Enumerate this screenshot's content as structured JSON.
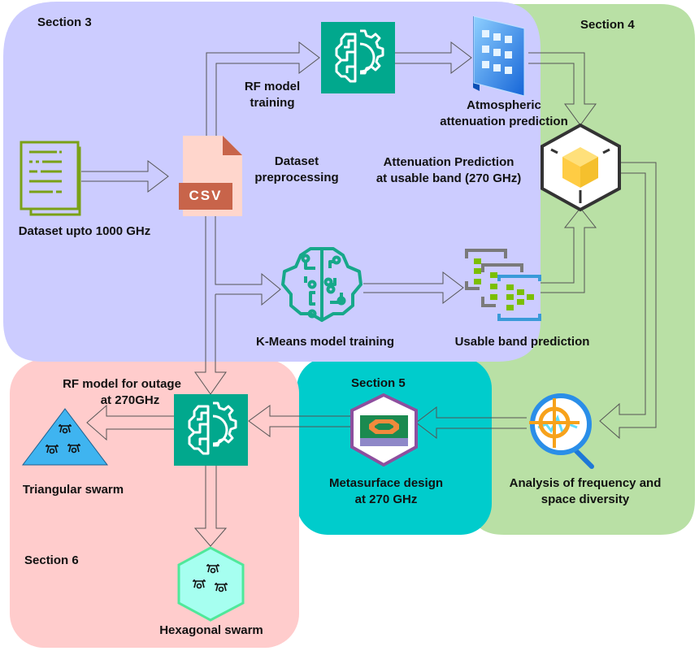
{
  "sections": {
    "s3": "Section 3",
    "s4": "Section 4",
    "s5": "Section 5",
    "s6": "Section 6"
  },
  "nodes": {
    "dataset": "Dataset upto 1000 GHz",
    "csv_badge": "CSV",
    "preprocessing_l1": "Dataset",
    "preprocessing_l2": "preprocessing",
    "rf_training_l1": "RF model",
    "rf_training_l2": "training",
    "atmos_l1": "Atmospheric",
    "atmos_l2": "attenuation prediction",
    "atten_l1": "Attenuation  Prediction",
    "atten_l2": "at usable band (270 GHz)",
    "kmeans": "K-Means model training",
    "usable_band": "Usable band prediction",
    "rf_outage_l1": "RF model for outage",
    "rf_outage_l2": "at 270GHz",
    "metasurface_l1": "Metasurface design",
    "metasurface_l2": "at 270 GHz",
    "analysis_l1": "Analysis of frequency and",
    "analysis_l2": "space diversity",
    "triangular": "Triangular swarm",
    "hexagonal": "Hexagonal swarm"
  },
  "colors": {
    "section3": "#ccccff",
    "section4": "#b9e0a5",
    "section5": "#00cccc",
    "section6": "#ffcccc",
    "ml_green": "#01a88d",
    "dataset_green": "#7aa116",
    "csv_red": "#c8644a",
    "drone_blue": "#3fb4f0",
    "hex_cyan": "#a6fff0"
  }
}
